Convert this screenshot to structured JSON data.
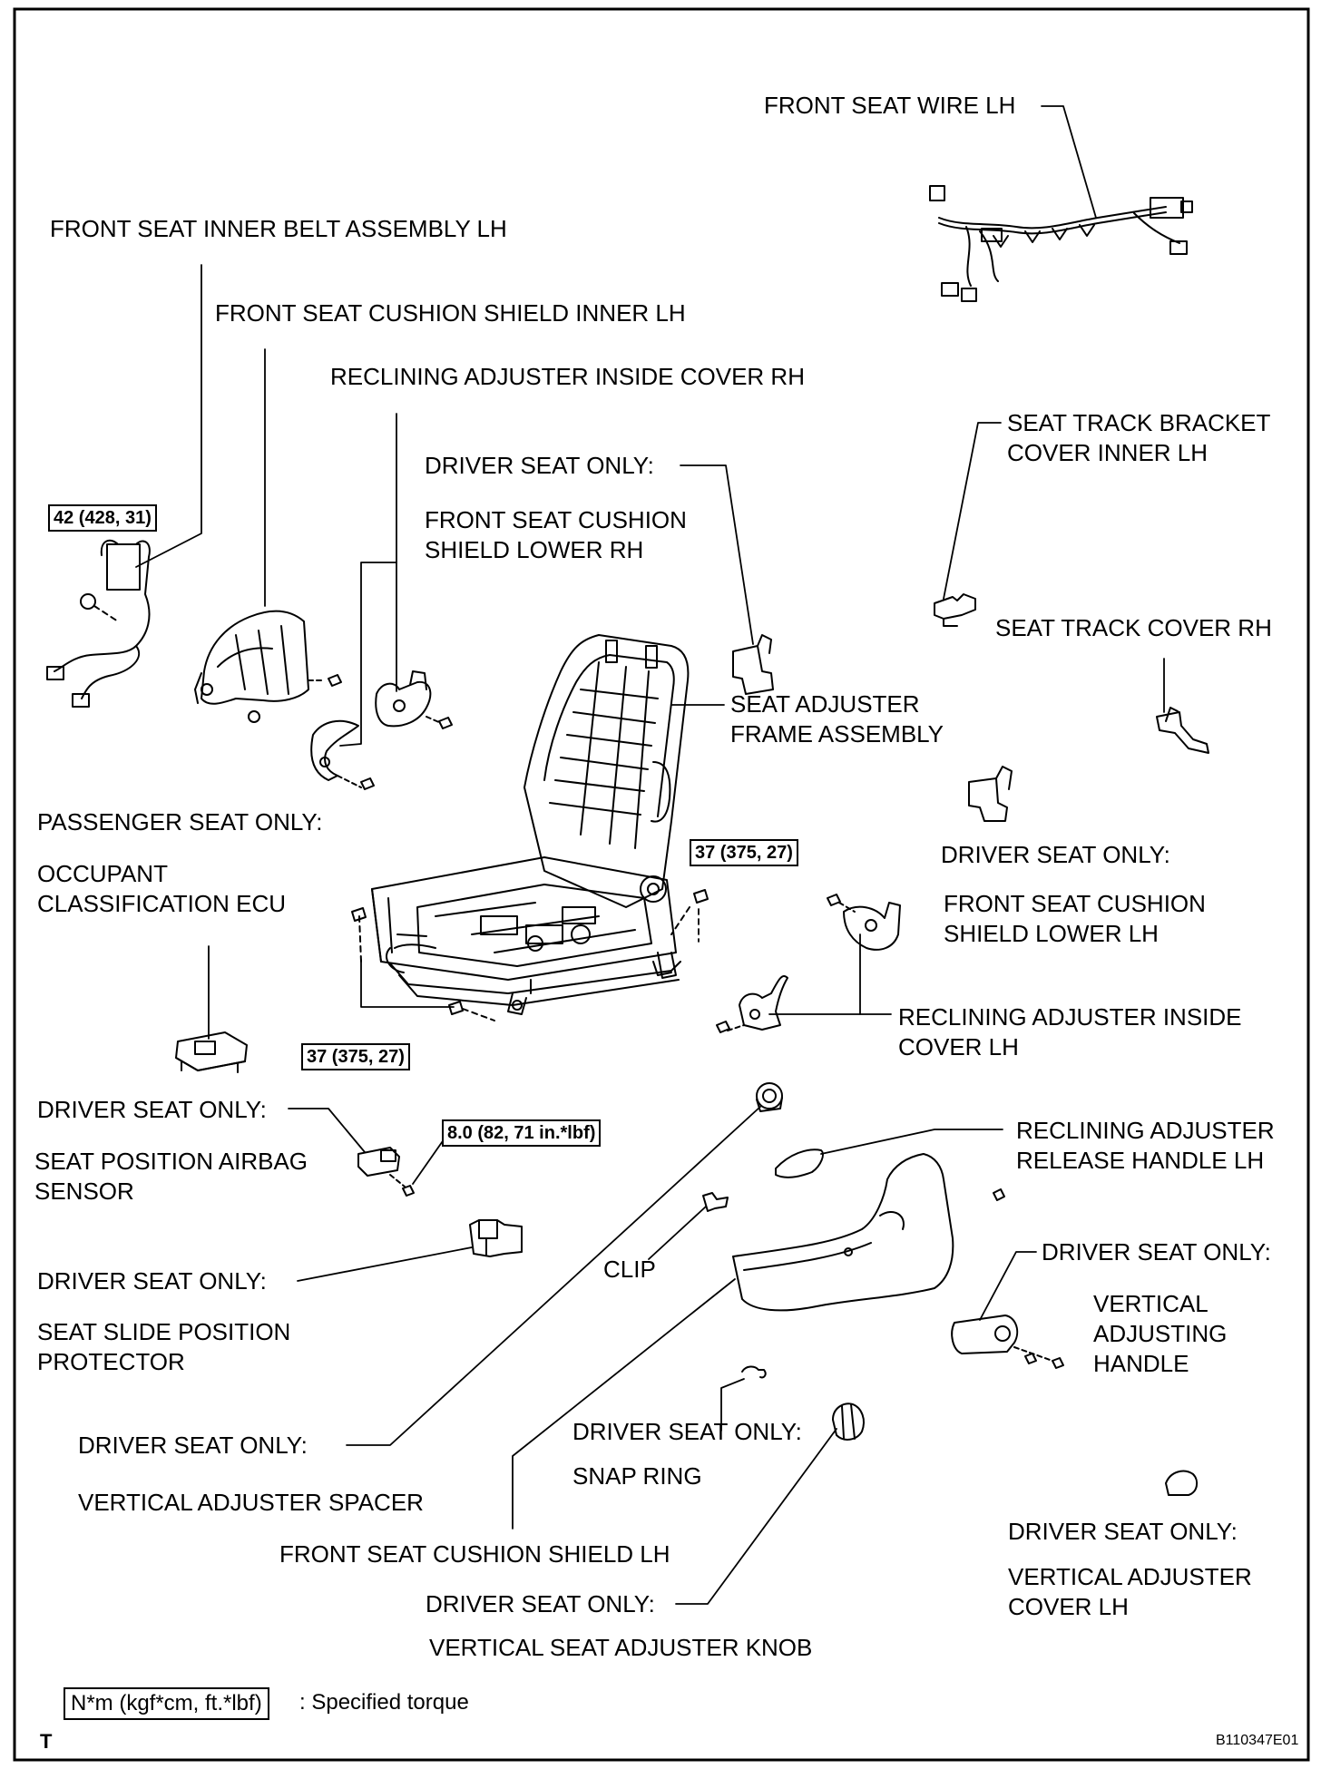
{
  "labels": {
    "front_seat_wire_lh": "FRONT SEAT WIRE LH",
    "front_seat_inner_belt_assembly_lh": "FRONT SEAT INNER BELT ASSEMBLY LH",
    "front_seat_cushion_shield_inner_lh": "FRONT SEAT CUSHION SHIELD INNER LH",
    "reclining_adjuster_inside_cover_rh": "RECLINING ADJUSTER INSIDE COVER RH",
    "seat_track_bracket_cover_inner_lh_1": "SEAT TRACK BRACKET",
    "seat_track_bracket_cover_inner_lh_2": "COVER INNER LH",
    "driver_seat_only_1": "DRIVER SEAT ONLY:",
    "front_seat_cushion_shield_lower_rh_1": "FRONT SEAT CUSHION",
    "front_seat_cushion_shield_lower_rh_2": "SHIELD LOWER RH",
    "seat_track_cover_rh": "SEAT TRACK COVER RH",
    "seat_adjuster_frame_assembly_1": "SEAT ADJUSTER",
    "seat_adjuster_frame_assembly_2": "FRAME ASSEMBLY",
    "passenger_seat_only": "PASSENGER SEAT ONLY:",
    "occupant_classification_ecu_1": "OCCUPANT",
    "occupant_classification_ecu_2": "CLASSIFICATION ECU",
    "driver_seat_only_2": "DRIVER SEAT ONLY:",
    "front_seat_cushion_shield_lower_lh_1": "FRONT SEAT CUSHION",
    "front_seat_cushion_shield_lower_lh_2": "SHIELD LOWER LH",
    "reclining_adjuster_inside_cover_lh_1": "RECLINING ADJUSTER INSIDE",
    "reclining_adjuster_inside_cover_lh_2": "COVER LH",
    "driver_seat_only_3": "DRIVER SEAT ONLY:",
    "seat_position_airbag_sensor_1": "SEAT POSITION AIRBAG",
    "seat_position_airbag_sensor_2": "SENSOR",
    "reclining_adjuster_release_handle_lh_1": "RECLINING ADJUSTER",
    "reclining_adjuster_release_handle_lh_2": "RELEASE HANDLE LH",
    "driver_seat_only_4": "DRIVER SEAT ONLY:",
    "seat_slide_position_protector_1": "SEAT SLIDE POSITION",
    "seat_slide_position_protector_2": "PROTECTOR",
    "clip": "CLIP",
    "driver_seat_only_5": "DRIVER SEAT ONLY:",
    "vertical_adjusting_handle_1": "VERTICAL",
    "vertical_adjusting_handle_2": "ADJUSTING",
    "vertical_adjusting_handle_3": "HANDLE",
    "driver_seat_only_6": "DRIVER SEAT ONLY:",
    "vertical_adjuster_spacer": "VERTICAL ADJUSTER SPACER",
    "driver_seat_only_7": "DRIVER SEAT ONLY:",
    "snap_ring": "SNAP RING",
    "front_seat_cushion_shield_lh": "FRONT SEAT CUSHION SHIELD LH",
    "driver_seat_only_8": "DRIVER SEAT ONLY:",
    "vertical_adjuster_cover_lh_1": "VERTICAL ADJUSTER",
    "vertical_adjuster_cover_lh_2": "COVER LH",
    "driver_seat_only_9": "DRIVER SEAT ONLY:",
    "vertical_seat_adjuster_knob": "VERTICAL SEAT ADJUSTER KNOB"
  },
  "torques": {
    "belt": "42 (428, 31)",
    "frame_right": "37 (375, 27)",
    "frame_left": "37 (375, 27)",
    "sensor": "8.0 (82, 71 in.*lbf)"
  },
  "legend": {
    "unit_box": "N*m (kgf*cm, ft.*lbf)",
    "text": ": Specified torque"
  },
  "footer": {
    "corner_letter": "T",
    "figure_id": "B110347E01"
  }
}
